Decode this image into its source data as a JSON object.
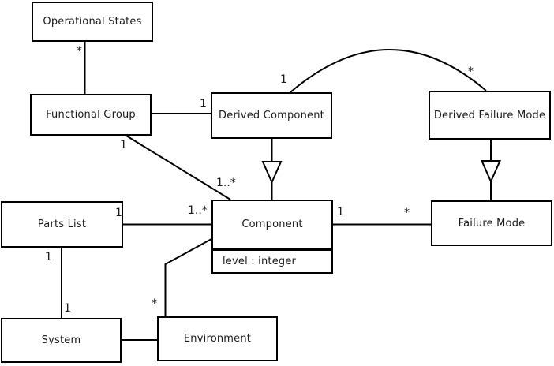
{
  "diagram": {
    "kind": "uml-class-diagram",
    "background_color": "#ffffff",
    "stroke_color": "#000000",
    "text_color": "#1a1a1a",
    "boxes": {
      "operational_states": {
        "label": "Operational States"
      },
      "functional_group": {
        "label": "Functional Group"
      },
      "derived_component": {
        "label": "Derived Component"
      },
      "derived_failure_mode": {
        "label": "Derived Failure Mode"
      },
      "parts_list": {
        "label": "Parts List"
      },
      "component": {
        "label": "Component",
        "attributes": [
          "level : integer"
        ]
      },
      "failure_mode": {
        "label": "Failure Mode"
      },
      "system": {
        "label": "System"
      },
      "environment": {
        "label": "Environment"
      }
    },
    "multiplicities": {
      "op_states_end": "*",
      "fg_diag_end": "1",
      "dc_left_end": "1",
      "arc_dc_end": "1",
      "arc_dfm_end": "*",
      "comp_diag_end": "1..*",
      "parts_right_end": "1",
      "comp_left_end": "1..*",
      "comp_right_end": "1",
      "fm_left_end": "*",
      "parts_bottom_end": "1",
      "system_top_end": "1",
      "env_top_end": "*"
    },
    "relationships": [
      {
        "from": "Operational States",
        "to": "Functional Group",
        "type": "association",
        "from_multiplicity": "*"
      },
      {
        "from": "Functional Group",
        "to": "Derived Component",
        "type": "association",
        "to_multiplicity": "1"
      },
      {
        "from": "Functional Group",
        "to": "Component",
        "type": "association",
        "from_multiplicity": "1",
        "to_multiplicity": "1..*"
      },
      {
        "from": "Derived Component",
        "to": "Derived Failure Mode",
        "type": "association",
        "style": "arc",
        "from_multiplicity": "1",
        "to_multiplicity": "*"
      },
      {
        "from": "Derived Component",
        "to": "Component",
        "type": "generalization"
      },
      {
        "from": "Derived Failure Mode",
        "to": "Failure Mode",
        "type": "generalization"
      },
      {
        "from": "Parts List",
        "to": "Component",
        "type": "association",
        "from_multiplicity": "1",
        "to_multiplicity": "1..*"
      },
      {
        "from": "Component",
        "to": "Failure Mode",
        "type": "association",
        "from_multiplicity": "1",
        "to_multiplicity": "*"
      },
      {
        "from": "Parts List",
        "to": "System",
        "type": "association",
        "from_multiplicity": "1",
        "to_multiplicity": "1"
      },
      {
        "from": "System",
        "to": "Environment",
        "type": "association"
      },
      {
        "from": "Environment",
        "to": "Component",
        "type": "association",
        "from_multiplicity": "*"
      }
    ]
  }
}
